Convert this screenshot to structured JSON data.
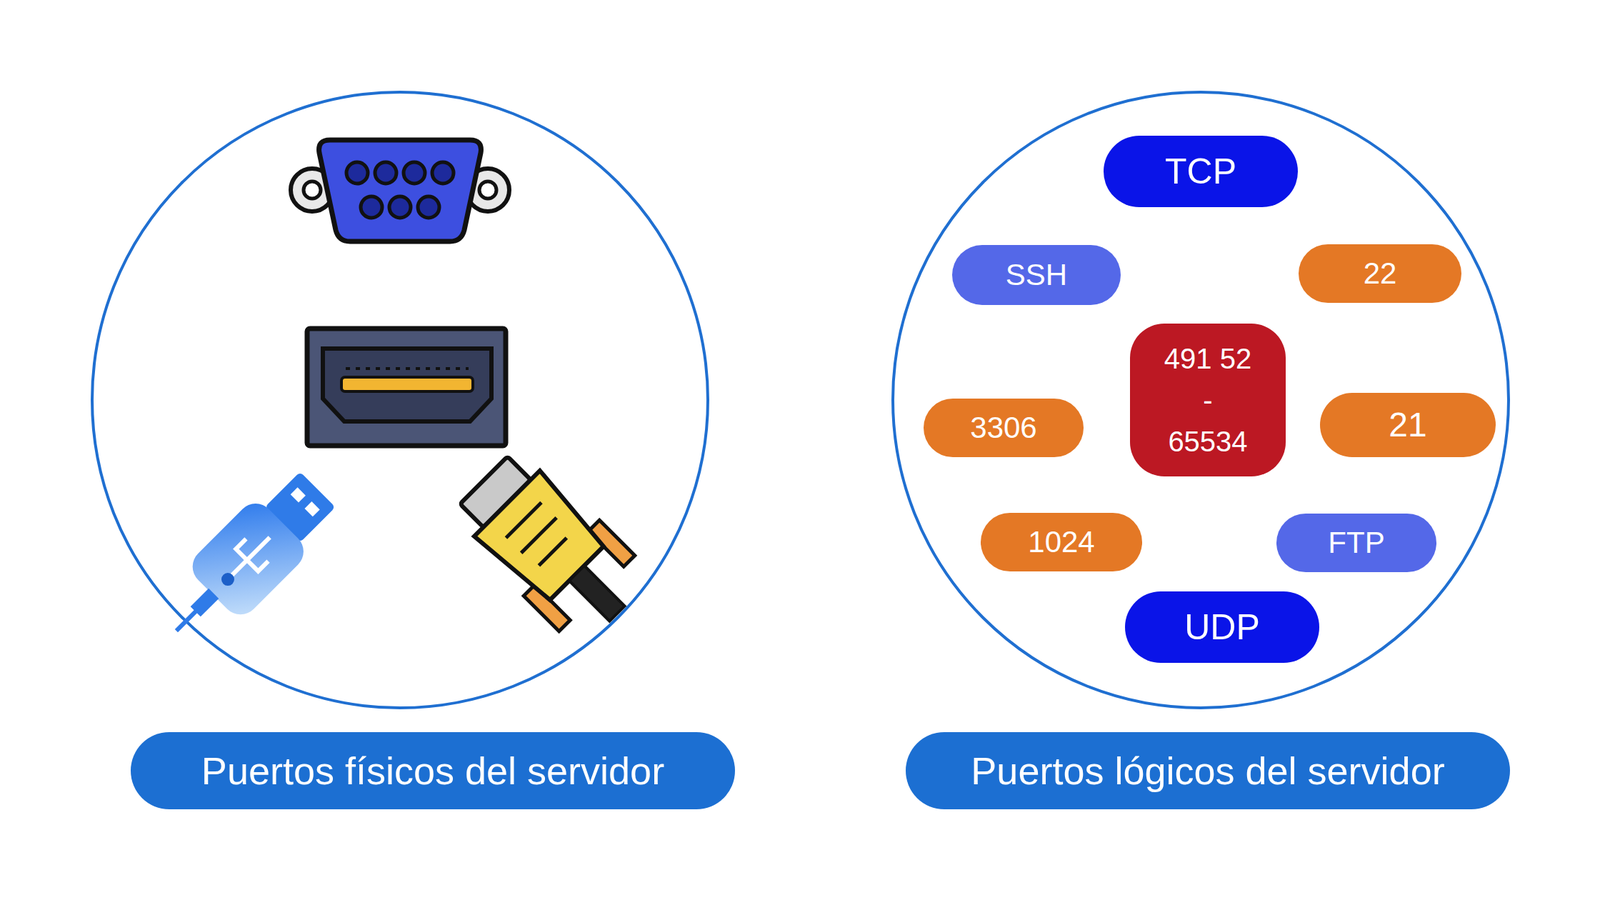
{
  "diagram": {
    "nodes": [
      {
        "text": [
          "TCP"
        ]
      },
      {
        "text": [
          "SSH"
        ]
      },
      {
        "text": [
          "22"
        ]
      },
      {
        "text": [
          "491 52 - 65534"
        ]
      },
      {
        "text": [
          "3306"
        ]
      },
      {
        "text": [
          "21"
        ]
      },
      {
        "text": [
          "1024"
        ]
      },
      {
        "text": [
          "FTP"
        ]
      },
      {
        "text": [
          "UDP"
        ]
      },
      {
        "text": [
          "Puertos físicos del servidor"
        ]
      },
      {
        "text": [
          "Puertos lógicos del servidor"
        ]
      }
    ]
  }
}
